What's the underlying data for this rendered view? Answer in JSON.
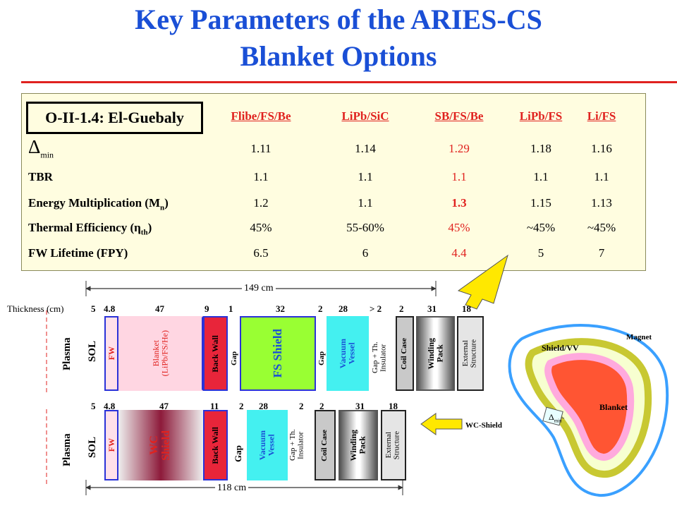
{
  "title": {
    "line1": "Key Parameters of the ARIES-CS",
    "line2": "Blanket Options"
  },
  "table": {
    "author": "O-II-1.4: El-Guebaly",
    "columns": [
      "Flibe/FS/Be",
      "LiPb/SiC",
      "SB/FS/Be",
      "LiPb/FS",
      "Li/FS"
    ],
    "rows": [
      {
        "label": "Δ",
        "label_sub": "min",
        "values": [
          "1.11",
          "1.14",
          "1.29",
          "1.18",
          "1.16"
        ]
      },
      {
        "label": "TBR",
        "values": [
          "1.1",
          "1.1",
          "1.1",
          "1.1",
          "1.1"
        ]
      },
      {
        "label": "Energy Multiplication (M",
        "label_sub": "n",
        "label_end": ")",
        "values": [
          "1.2",
          "1.1",
          "1.3",
          "1.15",
          "1.13"
        ]
      },
      {
        "label": "Thermal Efficiency (η",
        "label_sub": "th",
        "label_end": ")",
        "values": [
          "45%",
          "55-60%",
          "45%",
          "~45%",
          "~45%"
        ]
      },
      {
        "label": "FW Lifetime (FPY)",
        "values": [
          "6.5",
          "6",
          "4.4",
          "5",
          "7"
        ]
      }
    ],
    "highlight_color": "#e0221f"
  },
  "upper": {
    "dimension": "149 cm",
    "thickness_label": "Thickness (cm)",
    "numbers": [
      "5",
      "4.8",
      "47",
      "9",
      "1",
      "32",
      "2",
      "28",
      "> 2",
      "2",
      "31",
      "18"
    ],
    "plasma": "Plasma",
    "sol": "SOL",
    "fw": "FW",
    "blanket": [
      "Blanket",
      "(LiPb/FS/He)"
    ],
    "back_wall": "Back Wall",
    "gap1": "Gap",
    "fs_shield": "FS Shield",
    "gap2": "Gap",
    "vacuum_vessel": [
      "Vacuum",
      "Vessel"
    ],
    "gap_insulator": [
      "Gap + Th.",
      "Insulator"
    ],
    "coil_case": "Coil Case",
    "winding_pack": [
      "Winding",
      "Pack"
    ],
    "external_structure": [
      "External",
      "Structure"
    ]
  },
  "lower": {
    "dimension": "118 cm",
    "numbers": [
      "5",
      "4.8",
      "47",
      "11",
      "2",
      "28",
      "2",
      "2",
      "31",
      "18"
    ],
    "plasma": "Plasma",
    "sol": "SOL",
    "fw": "FW",
    "wc_shield": [
      "WC",
      "Shield"
    ],
    "back_wall": "Back Wall",
    "gap": "Gap",
    "vacuum_vessel": [
      "Vacuum",
      "Vessel"
    ],
    "gap_insulator": [
      "Gap + Th.",
      "Insulator"
    ],
    "coil_case": "Coil Case",
    "winding_pack": [
      "Winding",
      "Pack"
    ],
    "external_structure": [
      "External",
      "Structure"
    ]
  },
  "cross_section": {
    "magnet": "Magnet",
    "shield_vv": "Shield/VV",
    "blanket": "Blanket",
    "wc_shield": "WC-Shield",
    "delta": "Δ",
    "delta_sub": "min"
  }
}
